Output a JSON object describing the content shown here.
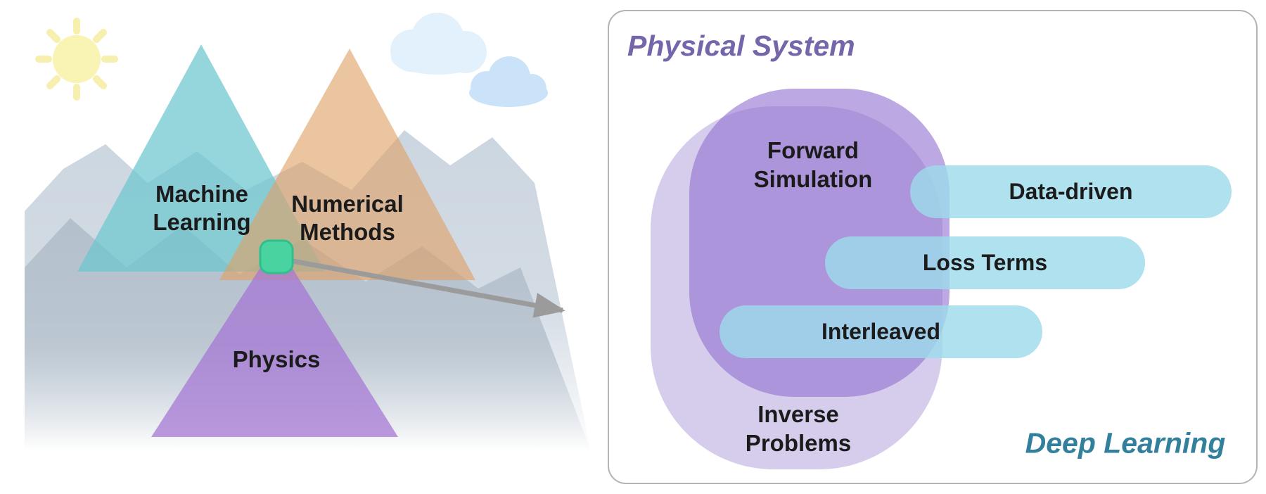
{
  "figure": {
    "left_scene": {
      "machine_learning_label": "Machine\nLearning",
      "numerical_methods_label": "Numerical\nMethods",
      "physics_label": "Physics"
    },
    "panel": {
      "title": "Physical System",
      "corner_label": "Deep Learning",
      "blobs": {
        "forward": "Forward\nSimulation",
        "inverse": "Inverse\nProblems"
      },
      "pills": [
        {
          "label": "Data-driven"
        },
        {
          "label": "Loss Terms"
        },
        {
          "label": "Interleaved"
        }
      ]
    },
    "colors": {
      "machine_learning_triangle": "#6cc6cf",
      "numerical_methods_triangle": "#dfa066",
      "physics_triangle": "#a678d4",
      "highlight_square": "#49d3a1",
      "physical_system_title": "#7565ab",
      "deep_learning_title": "#33809c",
      "forward_blob": "#b79fe0",
      "inverse_blob": "#cfc5e8",
      "pill": "#aee0ee",
      "arrow": "#9b9b9b"
    }
  }
}
